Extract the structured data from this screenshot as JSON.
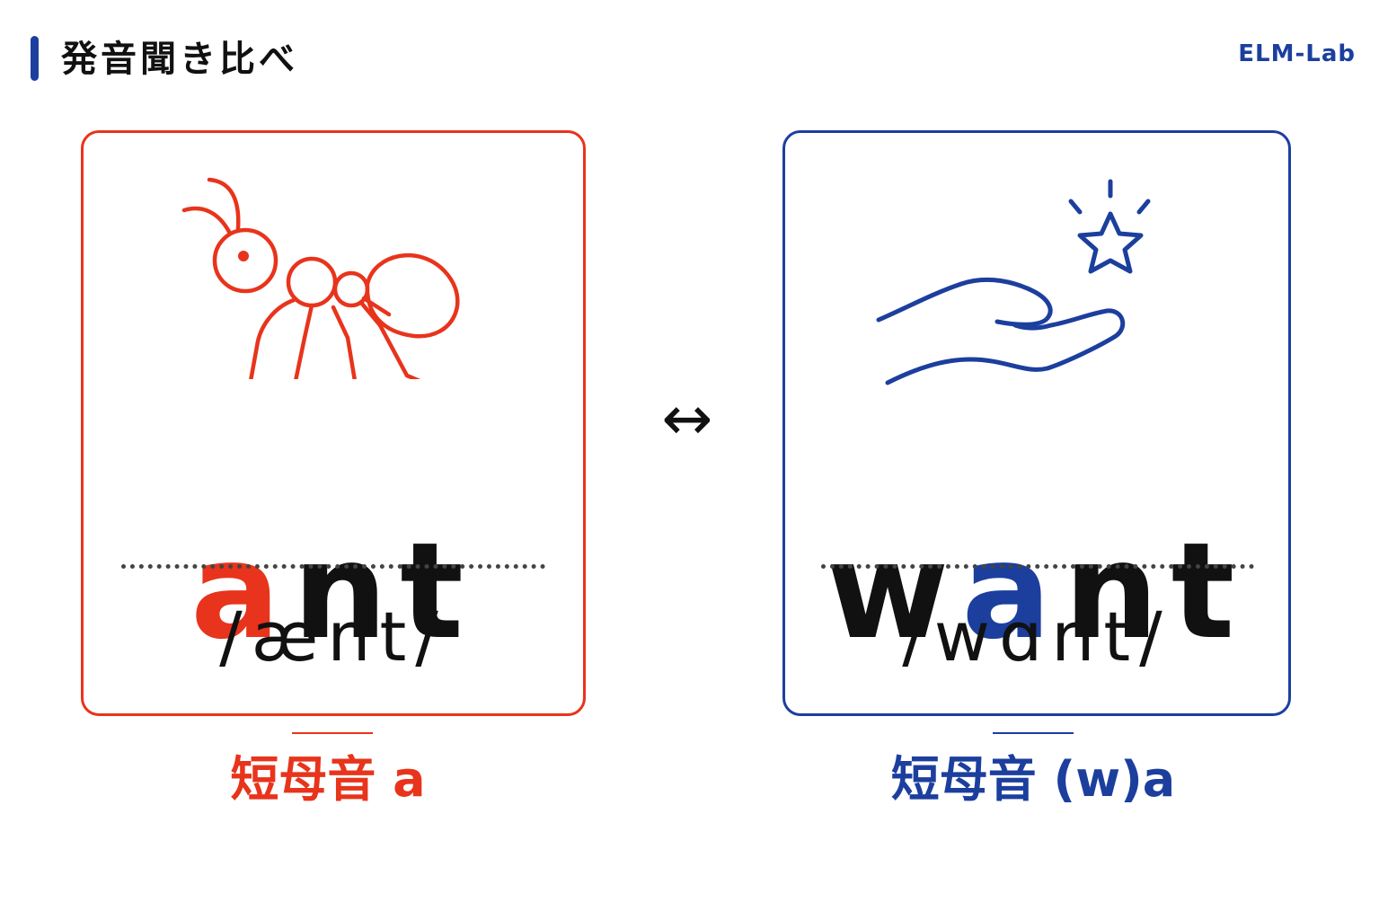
{
  "header": {
    "title": "発音聞き比べ",
    "brand": "ELM-Lab"
  },
  "colors": {
    "accent_red": "#e8341c",
    "accent_blue": "#1c3f9e",
    "header_bar": "#1c3f9e"
  },
  "arrow": "↔",
  "left_card": {
    "icon": "ant-icon",
    "word_highlight": "a",
    "word_rest": "nt",
    "ipa": "/ænt/",
    "caption": "短母音 a"
  },
  "right_card": {
    "icon": "hand-star-icon",
    "word_prefix": "w",
    "word_highlight": "a",
    "word_rest": "nt",
    "ipa": "/wɑnt/",
    "caption": "短母音 (w)a"
  }
}
